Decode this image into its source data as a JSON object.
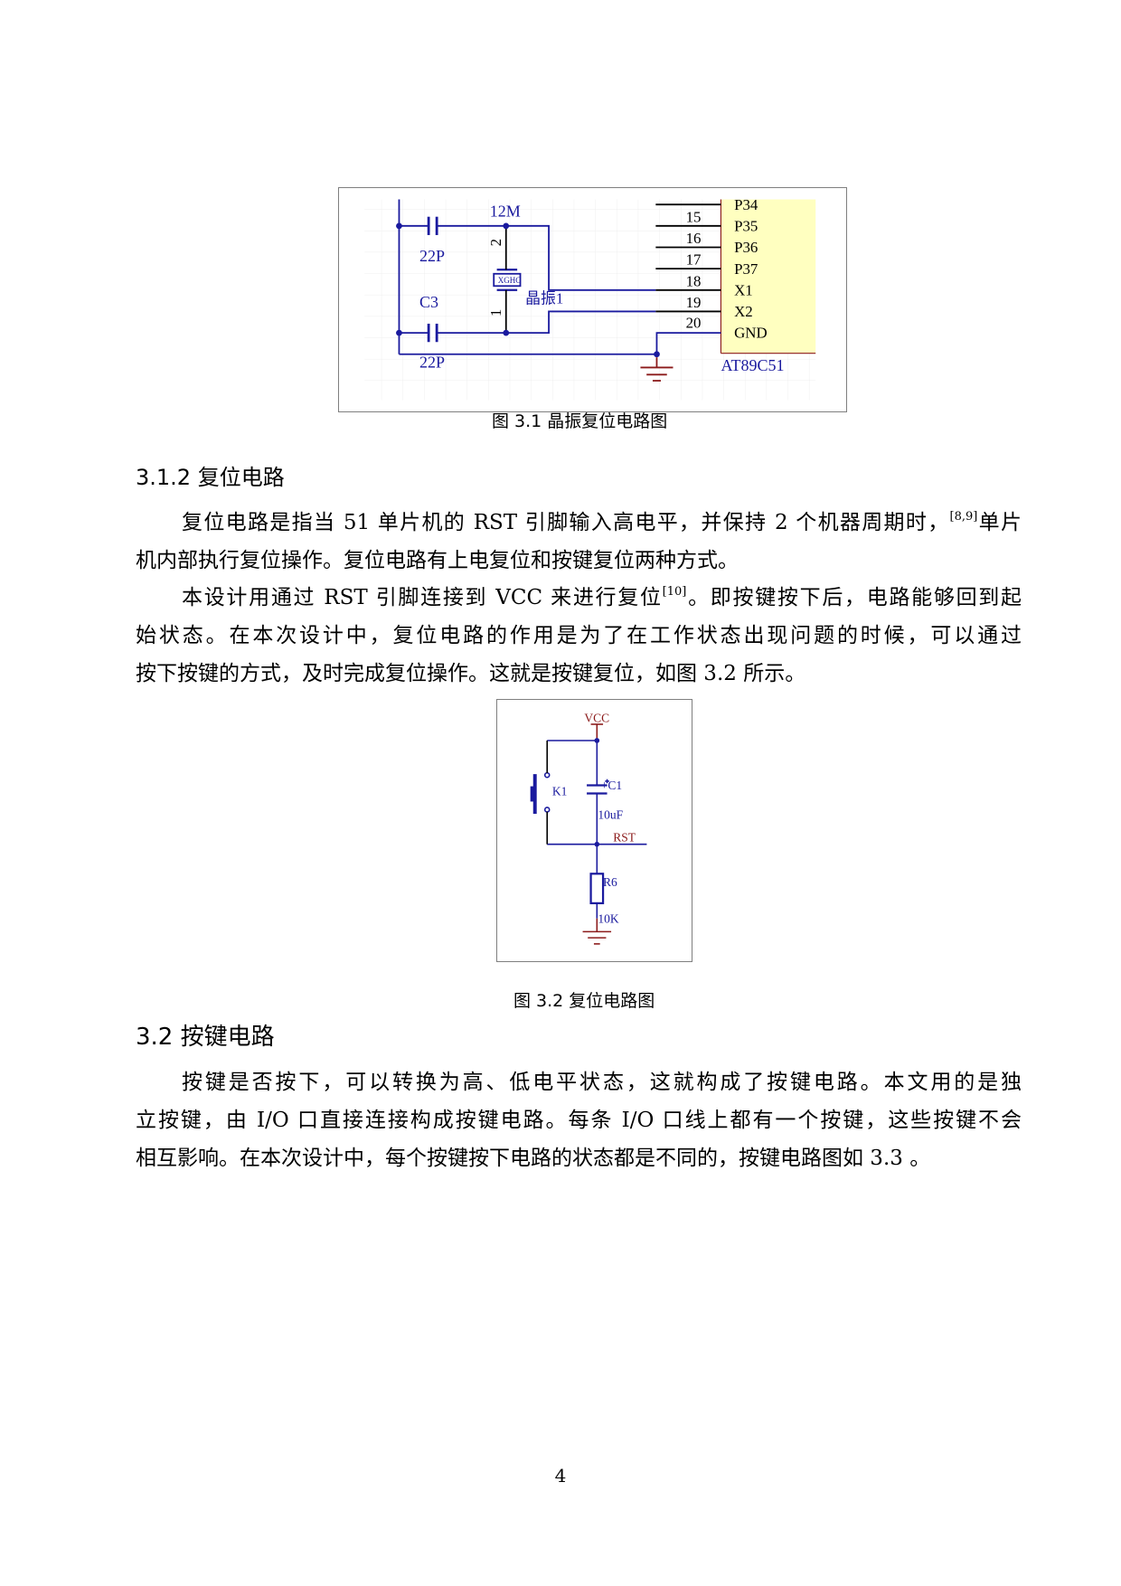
{
  "figure1": {
    "labels": {
      "crystal_freq": "12M",
      "cap_top": "22P",
      "cap_name": "C3",
      "cap_bottom": "22P",
      "pin2": "2",
      "pin1": "1",
      "crystal_name": "晶振1",
      "crystal_mark": "XGHC",
      "chip": "AT89C51"
    },
    "pin_numbers": [
      "15",
      "16",
      "17",
      "18",
      "19",
      "20"
    ],
    "pin_names": [
      "P34",
      "P35",
      "P36",
      "P37",
      "X1",
      "X2",
      "GND"
    ],
    "caption": "图 3.1   晶振复位电路图"
  },
  "section_312": {
    "heading": "3.1.2 复位电路"
  },
  "para1": {
    "line1a": "复位电路是指当 51 单片机的 RST 引脚输入高电平，并保持 2 个机器周期时，",
    "ref1": "[8,9]",
    "line1b": "单片",
    "line2": "机内部执行复位操作。复位电路有上电复位和按键复位两种方式。"
  },
  "para2": {
    "line1a": "本设计用通过 RST 引脚连接到 VCC 来进行复位",
    "ref": "[10]",
    "line1b": "。即按键按下后，电路能够回到起",
    "line2": "始状态。在本次设计中，复位电路的作用是为了在工作状态出现问题的时候，可以通过",
    "line3": "按下按键的方式，及时完成复位操作。这就是按键复位，如图 3.2 所示。"
  },
  "figure2": {
    "labels": {
      "vcc": "VCC",
      "switch": "K1",
      "cap": "+C1",
      "cap_value": "10uF",
      "rst": "RST",
      "res": "R6",
      "res_value": "10K"
    },
    "caption": "图 3.2  复位电路图"
  },
  "section_32": {
    "heading": "3.2 按键电路"
  },
  "para3": {
    "line1": "按键是否按下，可以转换为高、低电平状态，这就构成了按键电路。本文用的是独",
    "line2": "立按键，由 I/O 口直接连接构成按键电路。每条 I/O 口线上都有一个按键，这些按键不会",
    "line3": "相互影响。在本次设计中，每个按键按下电路的状态都是不同的，按键电路图如 3.3 。"
  },
  "page_number": "4",
  "colors": {
    "wire_blue": "#1a1a9e",
    "wire_black": "#000000",
    "ground_red": "#8b1a1a",
    "chip_fill": "#ffffc0",
    "label_blue": "#1a1a9e",
    "vcc_red": "#8b1a1a"
  }
}
